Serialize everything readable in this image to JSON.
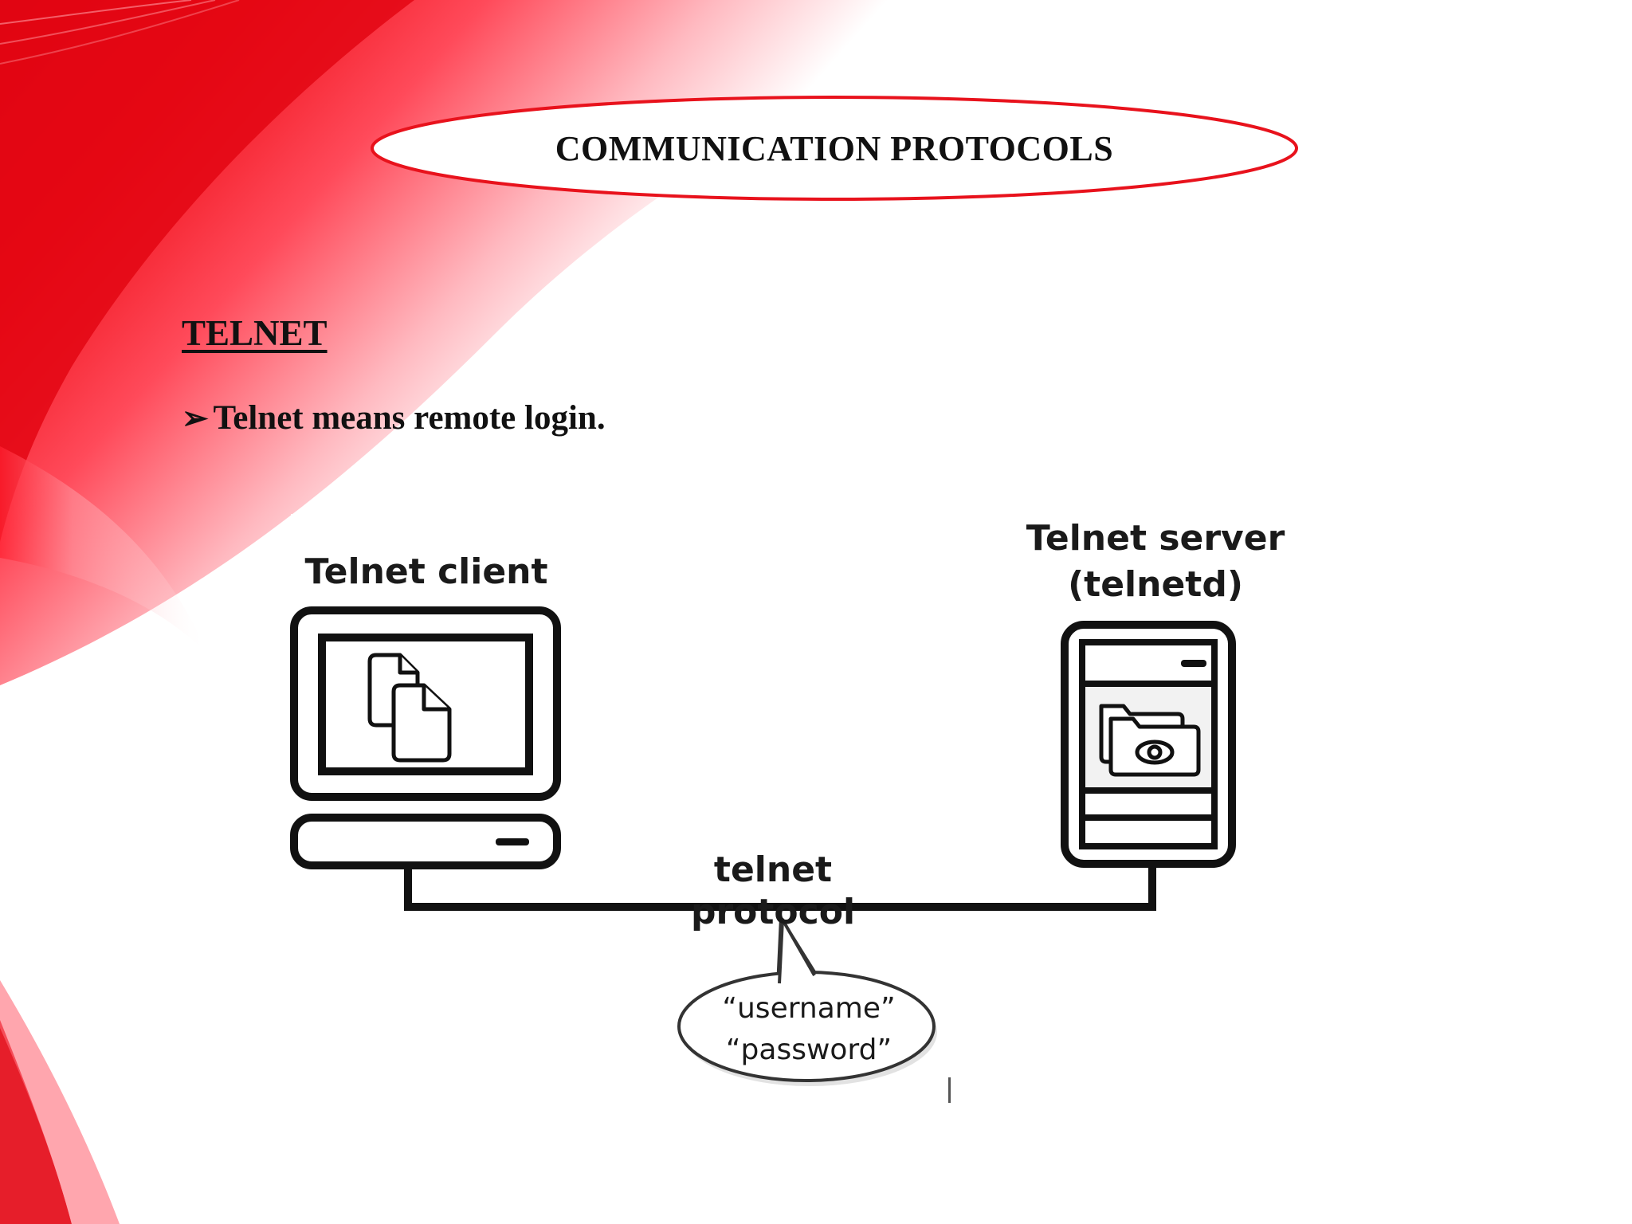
{
  "slide": {
    "title": "COMMUNICATION PROTOCOLS",
    "section_heading": "TELNET",
    "bullet_symbol": "➢",
    "bullet_text": "Telnet means remote login."
  },
  "diagram": {
    "client_label": "Telnet client",
    "server_label_line1": "Telnet server",
    "server_label_line2": "(telnetd)",
    "link_label": "telnet protocol",
    "credential_line1": "“username”",
    "credential_line2": "“password”"
  },
  "colors": {
    "accent_red": "#e8121c",
    "outline": "#111111"
  },
  "icons": [
    "monitor-icon",
    "documents-icon",
    "server-icon",
    "folder-eye-icon"
  ]
}
